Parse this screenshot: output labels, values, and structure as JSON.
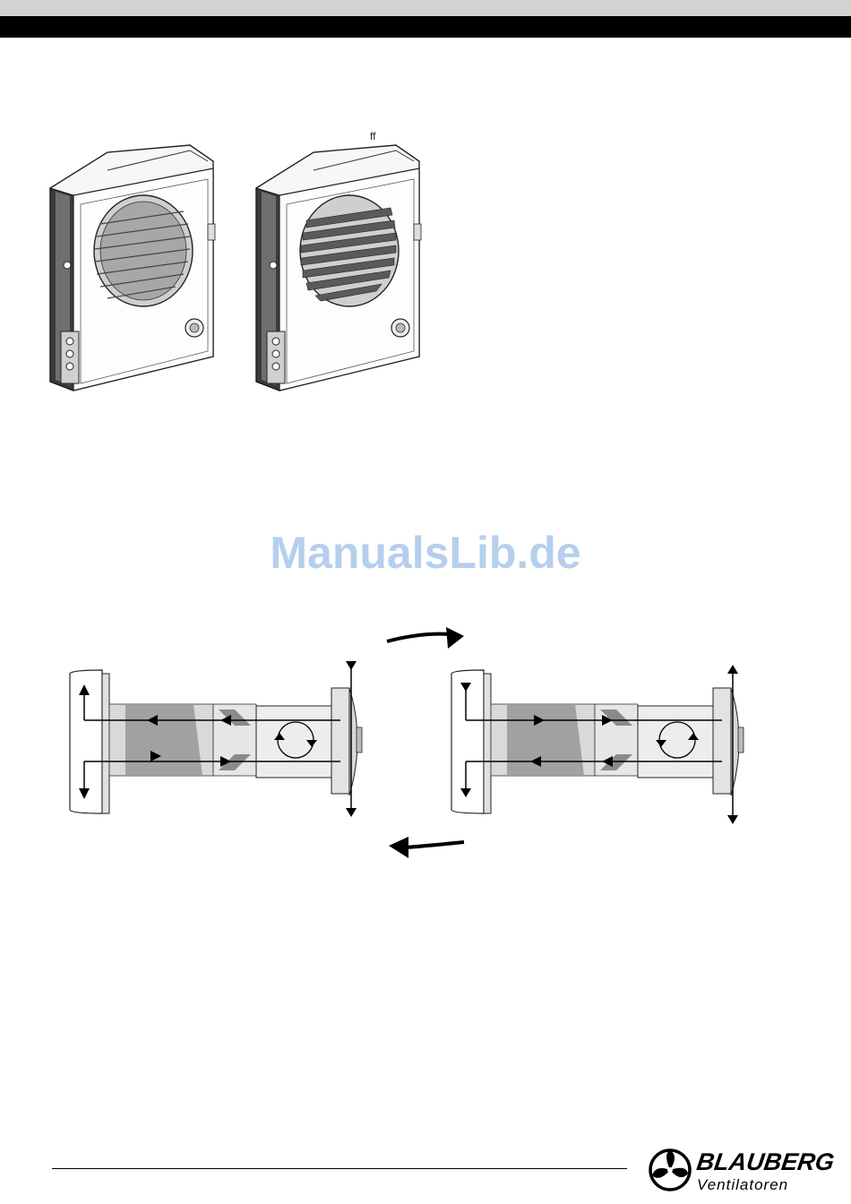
{
  "figure": {
    "label": "ff"
  },
  "watermark": {
    "text": "ManualsLib.de"
  },
  "brand": {
    "name": "BLAUBERG",
    "subtitle": "Ventilatoren"
  },
  "colors": {
    "header": "#000000",
    "header_band": "#d2d2d2",
    "watermark": "#a9c7ea",
    "duct_fill": "#9a9a9a"
  }
}
